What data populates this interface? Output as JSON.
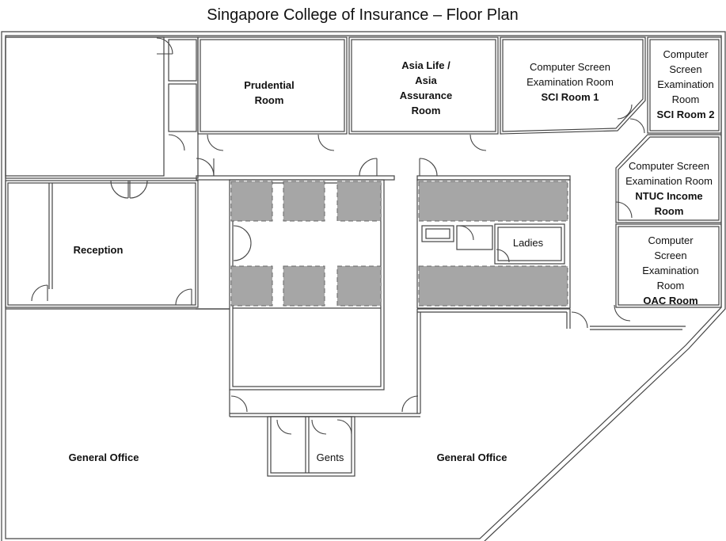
{
  "title": "Singapore College of Insurance – Floor Plan",
  "rooms": {
    "prudential": {
      "lines": [
        "Prudential",
        "Room"
      ],
      "bold": [
        true,
        true
      ]
    },
    "asia_life": {
      "lines": [
        "Asia Life /",
        "Asia",
        "Assurance",
        "Room"
      ],
      "bold": [
        true,
        true,
        true,
        true
      ]
    },
    "sci_room_1": {
      "lines": [
        "Computer Screen",
        "Examination Room",
        "SCI Room 1"
      ],
      "bold": [
        false,
        false,
        true
      ]
    },
    "sci_room_2": {
      "lines": [
        "Computer",
        "Screen",
        "Examination",
        "Room",
        "SCI Room 2"
      ],
      "bold": [
        false,
        false,
        false,
        false,
        true
      ]
    },
    "ntuc_income": {
      "lines": [
        "Computer Screen",
        "Examination Room",
        "NTUC Income",
        "Room"
      ],
      "bold": [
        false,
        false,
        true,
        true
      ]
    },
    "oac_room": {
      "lines": [
        "Computer",
        "Screen",
        "Examination",
        "Room",
        "OAC Room"
      ],
      "bold": [
        false,
        false,
        false,
        false,
        true
      ]
    },
    "reception": {
      "lines": [
        "Reception"
      ],
      "bold": [
        true
      ]
    },
    "ladies": {
      "lines": [
        "Ladies"
      ],
      "bold": [
        false
      ]
    },
    "gents": {
      "lines": [
        "Gents"
      ],
      "bold": [
        false
      ]
    },
    "general_office_left": {
      "lines": [
        "General Office"
      ],
      "bold": [
        true
      ]
    },
    "general_office_right": {
      "lines": [
        "General Office"
      ],
      "bold": [
        true
      ]
    }
  },
  "colors": {
    "wall": "#444444",
    "gray_block": "#a6a6a6",
    "background": "#ffffff"
  }
}
